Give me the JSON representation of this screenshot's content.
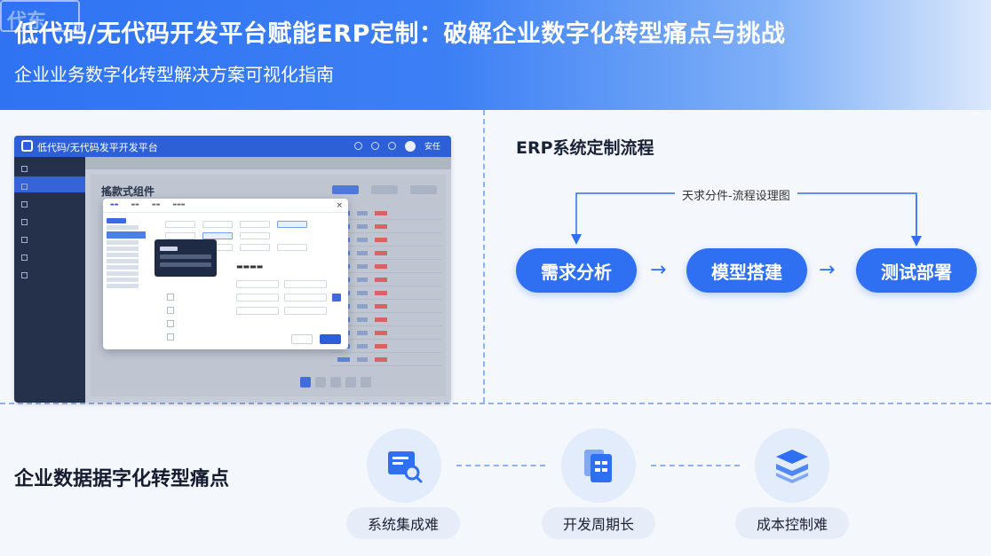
{
  "header": {
    "title": "低代码/无代码开发平台赋能ERP定制：破解企业数字化转型痛点与挑战",
    "subtitle": "企业业务数字化转型解决方案可视化指南",
    "watermark": "代东"
  },
  "mockup": {
    "app_title": "低代码/无代码发平开发平台",
    "page_title": "搖款式组件",
    "top_right_user": "安任"
  },
  "flow": {
    "title": "ERP系统定制流程",
    "loop_caption": "天求分件-流程设理图",
    "steps": [
      "需求分析",
      "模型搭建",
      "测试部署"
    ],
    "arrow_glyph": "→"
  },
  "pain_points": {
    "title": "企业数据据字化转型痛点",
    "items": [
      {
        "label": "系统集成难",
        "icon": "document-search-icon"
      },
      {
        "label": "开发周期长",
        "icon": "documents-icon"
      },
      {
        "label": "成本控制难",
        "icon": "stacked-layers-icon"
      }
    ]
  },
  "colors": {
    "primary": "#2f6ff2",
    "banner_start": "#2f73f3",
    "icon_bg": "#e3ecfb",
    "label_bg": "#e7edf8"
  }
}
